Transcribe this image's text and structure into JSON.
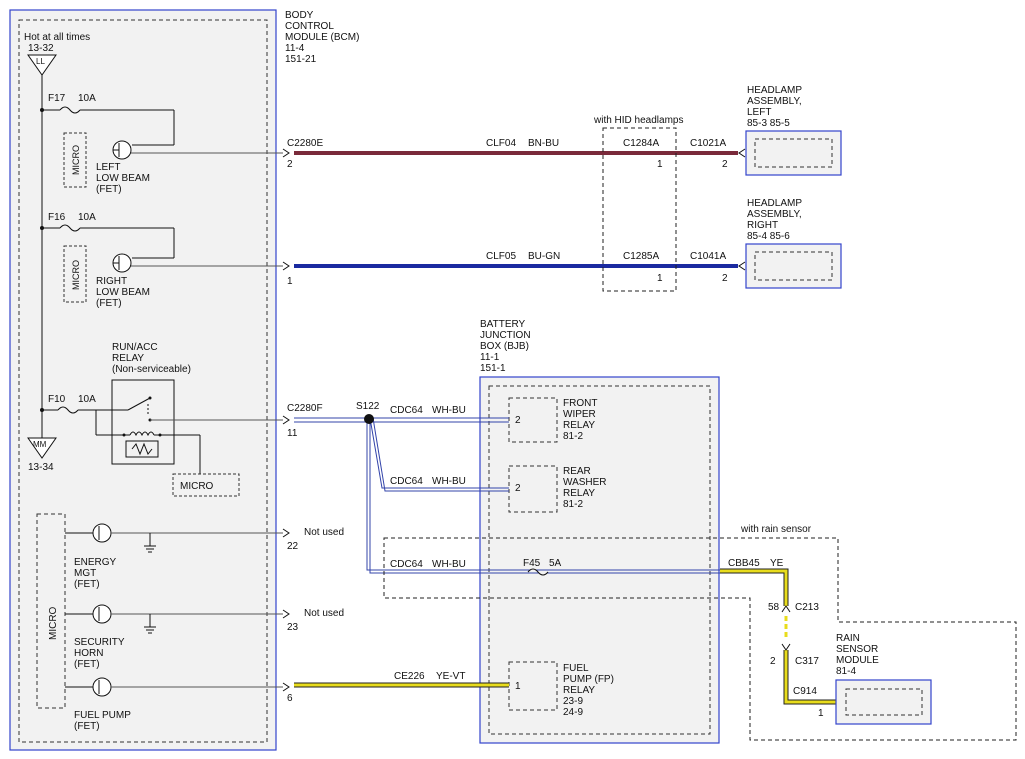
{
  "bcm": {
    "lines": [
      "BODY",
      "CONTROL",
      "MODULE (BCM)",
      "11-4",
      "151-21"
    ]
  },
  "hot": {
    "label": "Hot at all times",
    "ref": "13-32",
    "symbol": "LL"
  },
  "ground_ref": {
    "symbol": "MM",
    "ref": "13-34"
  },
  "fuses": {
    "f17": [
      "F17",
      "10A"
    ],
    "f16": [
      "F16",
      "10A"
    ],
    "f10": [
      "F10",
      "10A"
    ],
    "f45": [
      "F45",
      "5A"
    ]
  },
  "micro_label": "MICRO",
  "fets": {
    "left_low": [
      "LEFT",
      "LOW BEAM",
      "(FET)"
    ],
    "right_low": [
      "RIGHT",
      "LOW BEAM",
      "(FET)"
    ],
    "energy": [
      "ENERGY",
      "MGT",
      "(FET)"
    ],
    "security": [
      "SECURITY",
      "HORN",
      "(FET)"
    ],
    "fuel": [
      "FUEL PUMP",
      "(FET)"
    ]
  },
  "relay": {
    "lines": [
      "RUN/ACC",
      "RELAY",
      "(Non-serviceable)"
    ]
  },
  "hid": {
    "label": "with HID headlamps"
  },
  "rain": {
    "label": "with rain sensor"
  },
  "circuits": {
    "left": {
      "connector": "C2280E",
      "pin": "2",
      "circuit": "CLF04",
      "color": "BN-BU",
      "mid_conn": "C1284A",
      "mid_pin": "1",
      "end_conn": "C1021A",
      "end_pin": "2"
    },
    "right": {
      "pin": "1",
      "circuit": "CLF05",
      "color": "BU-GN",
      "mid_conn": "C1285A",
      "mid_pin": "1",
      "end_conn": "C1041A",
      "end_pin": "2"
    },
    "wiper": {
      "connector": "C2280F",
      "pin": "11",
      "splice": "S122",
      "c1": "CDC64",
      "c1color": "WH-BU",
      "c2": "CDC64",
      "c2color": "WH-BU",
      "c3": "CDC64",
      "c3color": "WH-BU"
    },
    "not_used": {
      "label": "Not used",
      "pin22": "22",
      "pin23": "23"
    },
    "fuel": {
      "pin": "6",
      "circuit": "CE226",
      "color": "YE-VT"
    },
    "rain": {
      "circuit": "CBB45",
      "color": "YE",
      "pin58": "58",
      "c213": "C213",
      "pin2": "2",
      "c317": "C317",
      "c914": "C914",
      "pin1": "1"
    }
  },
  "headlamp_left": {
    "lines": [
      "HEADLAMP",
      "ASSEMBLY,",
      "LEFT",
      "85-3  85-5"
    ]
  },
  "headlamp_right": {
    "lines": [
      "HEADLAMP",
      "ASSEMBLY,",
      "RIGHT",
      "85-4  85-6"
    ]
  },
  "bjb": {
    "lines": [
      "BATTERY",
      "JUNCTION",
      "BOX (BJB)",
      "11-1",
      "151-1"
    ]
  },
  "bjb_relays": {
    "front_wiper": {
      "pin": "2",
      "lines": [
        "FRONT",
        "WIPER",
        "RELAY",
        "81-2"
      ]
    },
    "rear_washer": {
      "pin": "2",
      "lines": [
        "REAR",
        "WASHER",
        "RELAY",
        "81-2"
      ]
    },
    "fuel_pump": {
      "pin": "1",
      "lines": [
        "FUEL",
        "PUMP (FP)",
        "RELAY",
        "23-9",
        "24-9"
      ]
    }
  },
  "rain_sensor": {
    "lines": [
      "RAIN",
      "SENSOR",
      "MODULE",
      "81-4"
    ]
  },
  "colors": {
    "bcm_fill": "#f2f2f2",
    "blue_border": "#3344cc",
    "wire_brown": "#7a2a3a",
    "wire_blue": "#1a2aa0",
    "wire_yellow": "#e8dc1c"
  }
}
